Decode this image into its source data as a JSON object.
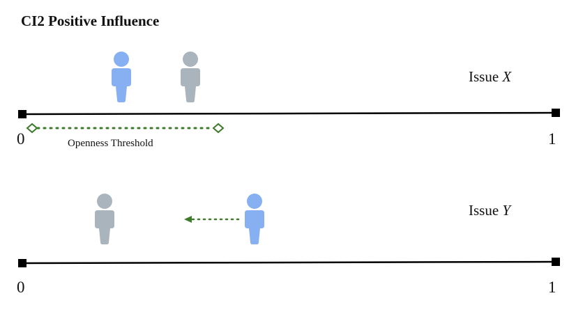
{
  "title": "CI2 Positive Influence",
  "threshold_label": "Openness Threshold",
  "issues": [
    {
      "prefix": "Issue ",
      "variable": "X",
      "min_label": "0",
      "max_label": "1"
    },
    {
      "prefix": "Issue ",
      "variable": "Y",
      "min_label": "0",
      "max_label": "1"
    }
  ],
  "colors": {
    "influencer": "#87b0f2",
    "influenced": "#a9b4bc",
    "threshold": "#3d7a2a",
    "axis": "#000000"
  }
}
